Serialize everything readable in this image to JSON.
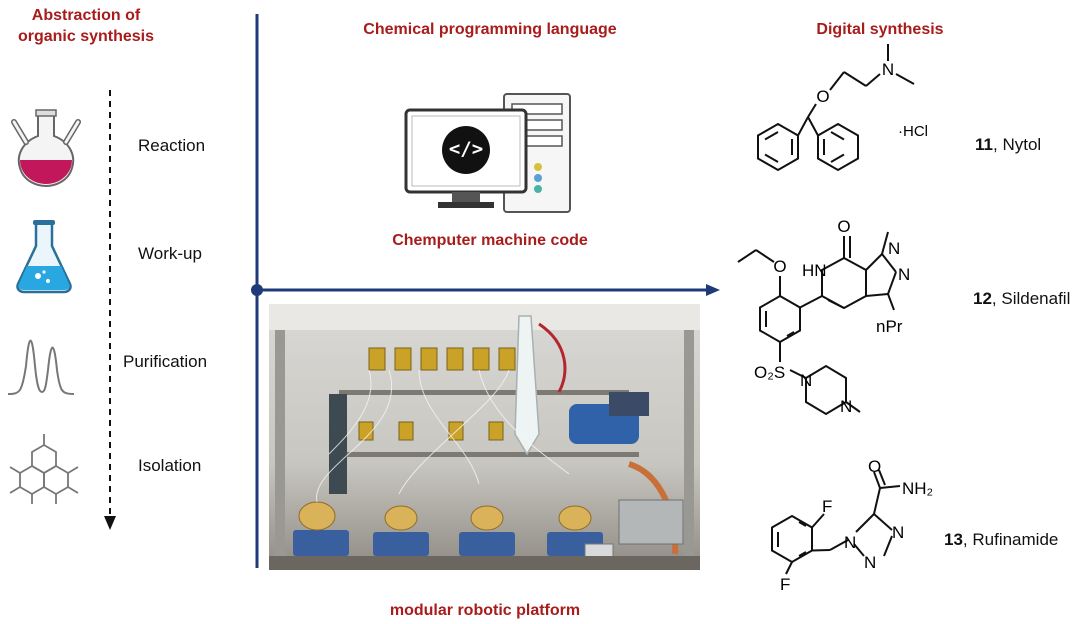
{
  "headings": {
    "abstraction_line1": "Abstraction of",
    "abstraction_line2": "organic synthesis",
    "language": "Chemical programming language",
    "digital": "Digital synthesis",
    "machine_code": "Chemputer machine code",
    "platform": "modular robotic platform"
  },
  "steps": [
    {
      "label": "Reaction",
      "icon": "round-bottom-flask-icon"
    },
    {
      "label": "Work-up",
      "icon": "erlenmeyer-flask-icon"
    },
    {
      "label": "Purification",
      "icon": "chromatogram-peaks-icon"
    },
    {
      "label": "Isolation",
      "icon": "crystal-molecule-icon"
    }
  ],
  "code_icon": "</>",
  "compounds": [
    {
      "number": "11",
      "name": "Nytol",
      "salt": "·HCl",
      "atoms": [
        "O",
        "N"
      ]
    },
    {
      "number": "12",
      "name": "Sildenafil",
      "atoms": [
        "O",
        "O",
        "HN",
        "N",
        "N",
        "nPr",
        "O₂S",
        "N",
        "N"
      ]
    },
    {
      "number": "13",
      "name": "Rufinamide",
      "atoms": [
        "O",
        "NH₂",
        "F",
        "F",
        "N",
        "N",
        "N"
      ]
    }
  ],
  "colors": {
    "accent": "#a81c1c",
    "axis": "#1f3a7a",
    "flask_liquid": "#c2185b",
    "erlenmeyer_liquid": "#29a7e1"
  }
}
